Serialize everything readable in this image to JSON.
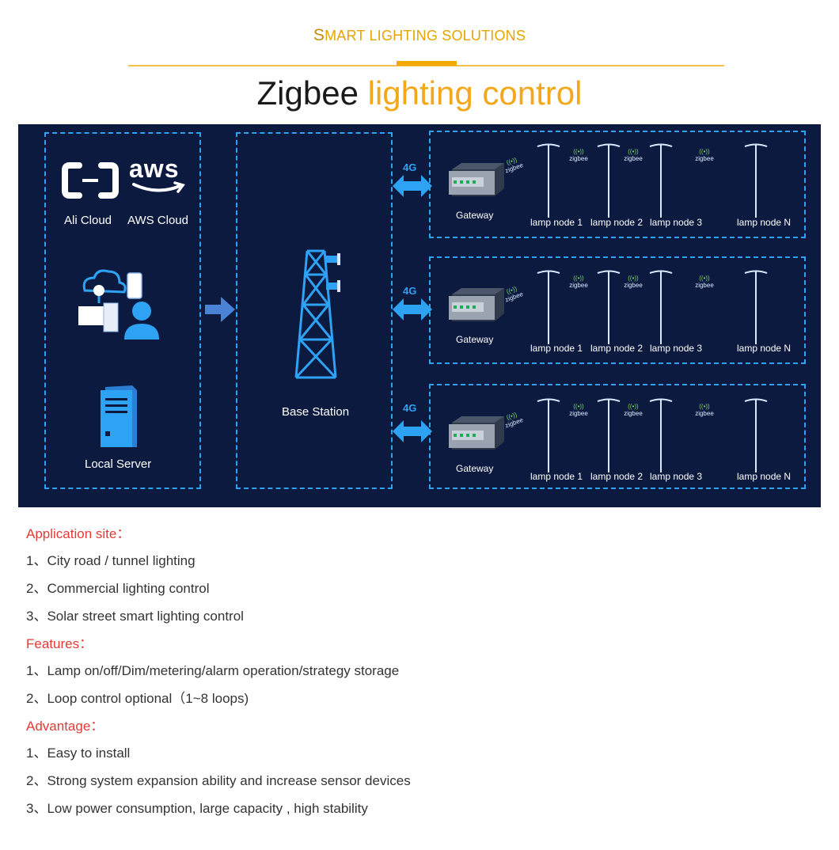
{
  "header": {
    "title_initial": "S",
    "title_rest": "MART LIGHTING SOLUTIONS",
    "main_title_part1": "Zigbee",
    "main_title_part2": "lighting control"
  },
  "diagram": {
    "cloud_labels": [
      "Ali Cloud",
      "AWS Cloud"
    ],
    "aws_logo_text": "aws",
    "local_server": "Local Server",
    "base_station": "Base Station",
    "link_label": "4G",
    "gateway_label": "Gateway",
    "zigbee_text": "zigbee",
    "zigbee_signal": "((•))",
    "lamp_nodes": [
      "lamp node 1",
      "lamp node 2",
      "lamp node 3",
      "lamp node N"
    ],
    "colors": {
      "background": "#0c1a3f",
      "dashed": "#2ea2f3",
      "arrow": "#2ea2f3",
      "accent": "#f3a81b"
    }
  },
  "sections": [
    {
      "heading": "Application site：",
      "items": [
        "1、City road / tunnel lighting",
        "2、Commercial lighting control",
        "3、Solar street smart lighting control"
      ]
    },
    {
      "heading": "Features：",
      "items": [
        "1、Lamp on/off/Dim/metering/alarm operation/strategy storage",
        "2、Loop control optional（1~8 loops)"
      ]
    },
    {
      "heading": "Advantage：",
      "items": [
        "1、Easy to install",
        "2、Strong system expansion ability and increase sensor devices",
        "3、Low power consumption, large capacity , high stability"
      ]
    }
  ]
}
